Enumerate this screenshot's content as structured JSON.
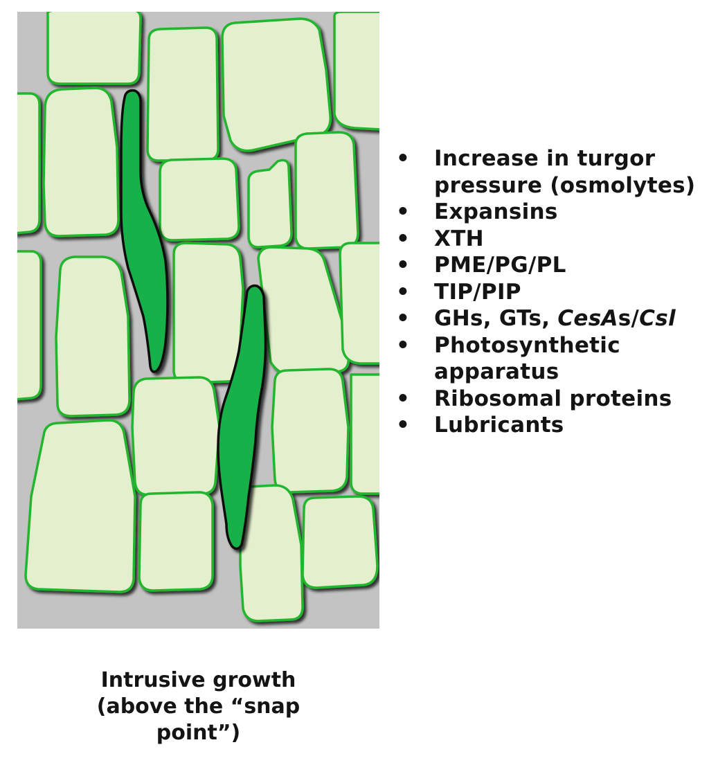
{
  "diagram": {
    "background_color": "#c3c3c3",
    "cell_fill": "#e4efcd",
    "cell_border": "#23b52e",
    "cell_shadow": "#333333",
    "intrusive_cell_fill": "#14b24a",
    "intrusive_cell_border": "#111111"
  },
  "factors": {
    "bullet": "•",
    "turgor_line1": "Increase in turgor",
    "turgor_line2": "pressure (osmolytes)",
    "expansins": "Expansins",
    "xth": "XTH",
    "pme": "PME/PG/PL",
    "tip": "TIP/PIP",
    "gh_prefix": "GHs, GTs, ",
    "gh_cesa": "CesA",
    "gh_s_slash": "s/",
    "gh_csl": "Csl",
    "photo_line1": "Photosynthetic",
    "photo_line2": "apparatus",
    "ribosomal": "Ribosomal proteins",
    "lubricants": "Lubricants"
  },
  "caption": {
    "line1": "Intrusive growth",
    "line2": "(above the “snap",
    "line3": "point”)"
  }
}
